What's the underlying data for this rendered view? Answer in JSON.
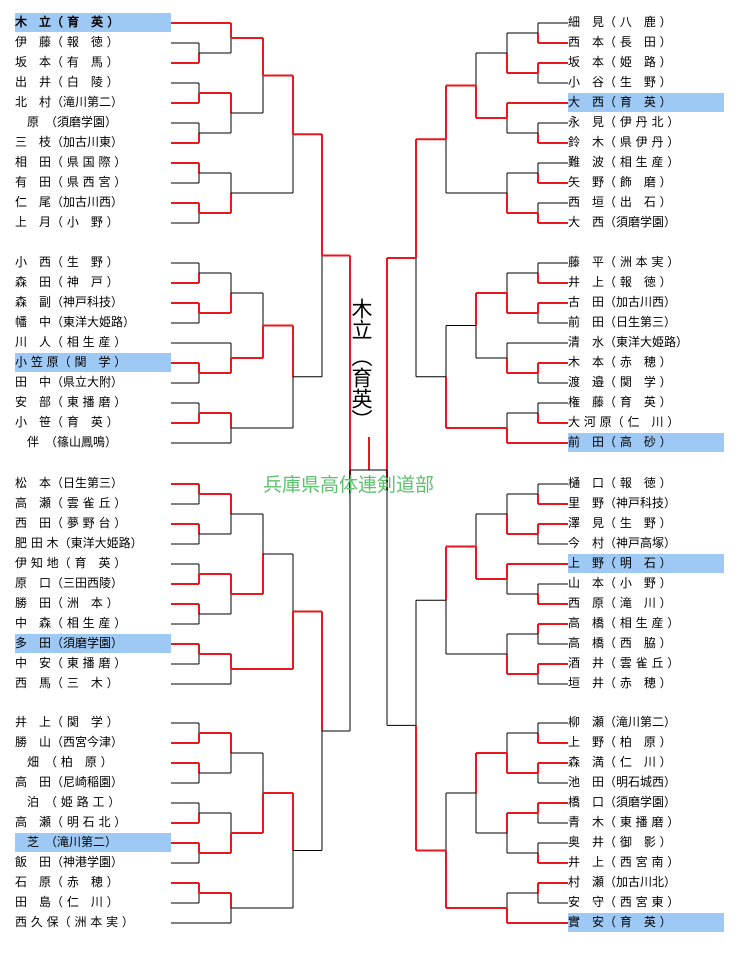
{
  "watermark": "兵庫県高体連剣道部",
  "champion": {
    "name": "木立",
    "school": "（育英）"
  },
  "colors": {
    "win": "#e8191e",
    "line": "#000000",
    "highlight": "#9ec9f5",
    "watermark": "#5cc26e"
  },
  "left": [
    "木　立（ 育　英 ）",
    "伊　藤（ 報　徳 ）",
    "坂　本（ 有　馬 ）",
    "出　井（ 白　陵 ）",
    "北　村（滝川第二）",
    "　原　（須磨学園）",
    "三　枝（加古川東）",
    "相　田（ 県 国 際 ）",
    "有　田（ 県 西 宮 ）",
    "仁　尾（加古川西）",
    "上　月（ 小　野 ）",
    "小　西（ 生　野 ）",
    "森　田（ 神　戸 ）",
    "森　副（神戸科技）",
    "幡　中（東洋大姫路）",
    "川　人（ 相 生 産 ）",
    "小 笠 原（ 関　学 ）",
    "田　中（県立大附）",
    "安　部（ 東 播 磨 ）",
    "小　笹（ 育　英 ）",
    "　伴　（篠山鳳鳴）",
    "松　本（日生第三）",
    "高　瀬（ 雲 雀 丘 ）",
    "西　田（ 夢 野 台 ）",
    "肥 田 木（東洋大姫路）",
    "伊 知 地（ 育　英 ）",
    "原　口（三田西陵）",
    "勝　田（ 洲　本 ）",
    "中　森（ 相 生 産 ）",
    "多　田（須磨学園）",
    "中　安（ 東 播 磨 ）",
    "西　馬（ 三　木 ）",
    "井　上（ 関　学 ）",
    "勝　山（西宮今津）",
    "　畑　（ 柏　原 ）",
    "高　田（尼崎稲園）",
    "　泊　（ 姫 路 工 ）",
    "高　瀬（ 明 石 北 ）",
    "　芝　（滝川第二）",
    "飯　田（神港学園）",
    "石　原（ 赤　穂 ）",
    "田　島（ 仁　川 ）",
    "西 久 保（ 洲 本 実 ）"
  ],
  "right": [
    "細　見（ 八　鹿 ）",
    "西　本（ 長　田 ）",
    "坂　本（ 姫　路 ）",
    "小　谷（ 生　野 ）",
    "大　西（ 育　英 ）",
    "永　見（ 伊 丹 北 ）",
    "鈴　木（ 県 伊 丹 ）",
    "難　波（ 相 生 産 ）",
    "矢　野（ 飾　磨 ）",
    "西　垣（ 出　石 ）",
    "大　西（須磨学園）",
    "藤　平（ 洲 本 実 ）",
    "井　上（ 報　徳 ）",
    "古　田（加古川西）",
    "前　田（日生第三）",
    "清　水（東洋大姫路）",
    "木　本（ 赤　穂 ）",
    "渡　邉（ 関　学 ）",
    "権　藤（ 育　英 ）",
    "大 河 原（ 仁　川 ）",
    "前　田（ 高　砂 ）",
    "樋　口（ 報　徳 ）",
    "里　野（神戸科技）",
    "澤　見（ 生　野 ）",
    "今　村（神戸高塚）",
    "上　野（ 明　石 ）",
    "山　本（ 小　野 ）",
    "西　原（ 滝　川 ）",
    "高　橋（ 相 生 産 ）",
    "高　橋（ 西　脇 ）",
    "酒　井（ 雲 雀 丘 ）",
    "垣　井（ 赤　穂 ）",
    "柳　瀬（滝川第二）",
    "上　野（ 柏　原 ）",
    "森　満（ 仁　川 ）",
    "池　田（明石城西）",
    "橋　口（須磨学園）",
    "青　木（ 東 播 磨 ）",
    "奥　井（ 御　影 ）",
    "井　上（ 西 宮 南 ）",
    "村　瀬（加古川北）",
    "安　守（ 西 宮 東 ）",
    "實　安（ 育　英 ）"
  ],
  "highlighted": {
    "left": [
      0,
      16,
      29,
      38
    ],
    "right": [
      4,
      20,
      25,
      42
    ]
  }
}
